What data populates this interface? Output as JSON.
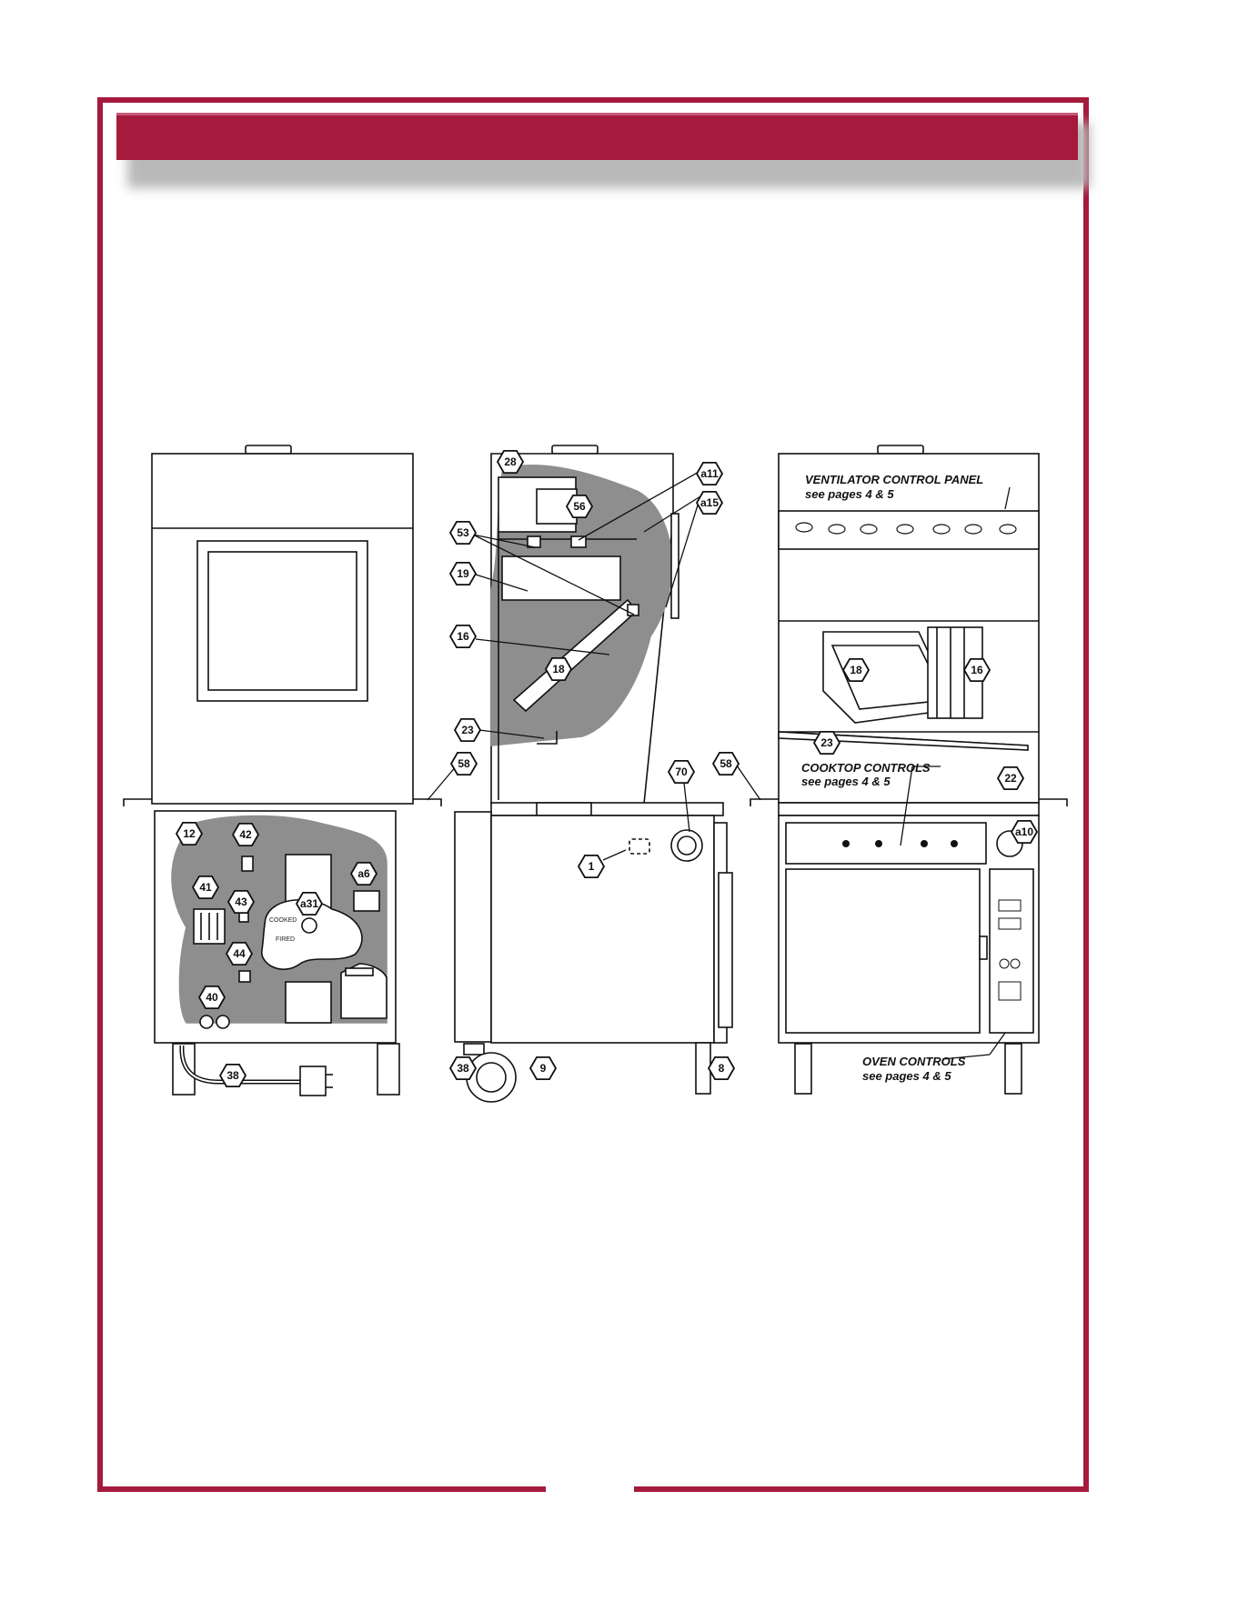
{
  "header": {
    "title": ""
  },
  "diagram": {
    "views": [
      "rear",
      "side",
      "front"
    ],
    "callouts": {
      "rear_12": "12",
      "rear_42": "42",
      "rear_41": "41",
      "rear_43": "43",
      "rear_a31": "a31",
      "rear_a6": "a6",
      "rear_44": "44",
      "rear_40": "40",
      "rear_38": "38",
      "left_58": "58",
      "side_28": "28",
      "side_56": "56",
      "side_a11": "a11",
      "side_a15": "a15",
      "side_53": "53",
      "side_19": "19",
      "side_16": "16",
      "side_18": "18",
      "side_23": "23",
      "side_70": "70",
      "side_1": "1",
      "side_38": "38",
      "side_9": "9",
      "side_8": "8",
      "front_58": "58",
      "front_18": "18",
      "front_16": "16",
      "front_23": "23",
      "front_22": "22",
      "front_a10": "a10"
    },
    "labels": {
      "ventilator_panel": "VENTILATOR CONTROL PANEL",
      "ventilator_see": "see pages 4 & 5",
      "cooktop_controls": "COOKTOP CONTROLS",
      "cooktop_see": "see pages 4 & 5",
      "oven_controls": "OVEN CONTROLS",
      "oven_see": "see pages 4 & 5",
      "cooked": "COOKED",
      "fired": "FIRED"
    }
  }
}
